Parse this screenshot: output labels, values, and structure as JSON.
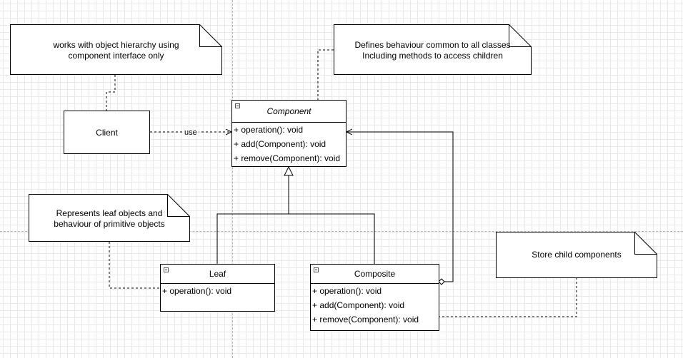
{
  "notes": {
    "client_note": [
      "works with object hierarchy using",
      "component interface only"
    ],
    "component_note": [
      "Defines behaviour common to all classes",
      "Including methods to access children"
    ],
    "leaf_note": [
      "Represents leaf objects and",
      "behaviour of primitive objects"
    ],
    "composite_note": [
      "Store child components"
    ]
  },
  "client": {
    "label": "Client"
  },
  "use_label": "use",
  "component": {
    "name": "Component",
    "members": [
      "+ operation(): void",
      "+ add(Component): void",
      "+ remove(Component): void"
    ]
  },
  "leaf": {
    "name": "Leaf",
    "members": [
      "+ operation(): void"
    ]
  },
  "composite": {
    "name": "Composite",
    "members": [
      "+ operation(): void",
      "+ add(Component): void",
      "+ remove(Component): void"
    ]
  }
}
